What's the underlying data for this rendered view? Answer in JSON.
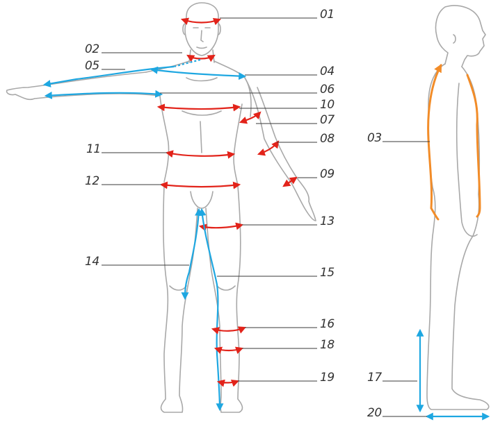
{
  "labels": {
    "l01": "01",
    "l02": "02",
    "l03": "03",
    "l04": "04",
    "l05": "05",
    "l06": "06",
    "l07": "07",
    "l08": "08",
    "l09": "09",
    "l10": "10",
    "l11": "11",
    "l12": "12",
    "l13": "13",
    "l14": "14",
    "l15": "15",
    "l16": "16",
    "l17": "17",
    "l18": "18",
    "l19": "19",
    "l20": "20"
  },
  "colors": {
    "circumference": "#e2231a",
    "length": "#1ea7e1",
    "back_length": "#f28c28",
    "outline": "#a8a8a8",
    "leader": "#3a3a3a"
  }
}
